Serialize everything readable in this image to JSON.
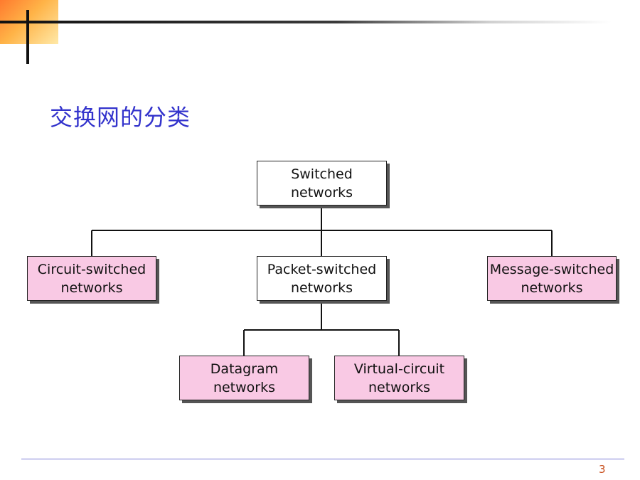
{
  "slide": {
    "title": "交换网的分类",
    "page_number": "3"
  },
  "diagram": {
    "root": {
      "label": "Switched\nnetworks"
    },
    "level1": [
      {
        "label": "Circuit-switched\nnetworks"
      },
      {
        "label": "Packet-switched\nnetworks"
      },
      {
        "label": "Message-switched\nnetworks"
      }
    ],
    "level2": [
      {
        "label": "Datagram\nnetworks"
      },
      {
        "label": "Virtual-circuit\nnetworks"
      }
    ]
  },
  "colors": {
    "title": "#3333cc",
    "highlight_box": "#f9c9e4",
    "plain_box": "#ffffff",
    "footer_line": "#7b7bd6",
    "page_number": "#c8501e"
  }
}
